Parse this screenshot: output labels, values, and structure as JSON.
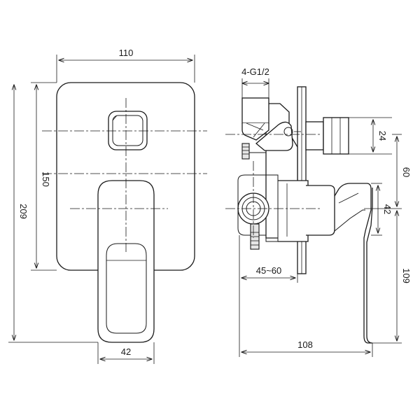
{
  "dimensions": {
    "front_width": "110",
    "front_height": "150",
    "overall_height": "209",
    "handle_width": "42",
    "thread": "4-G1/2",
    "depth_range": "45~60",
    "overall_depth": "108",
    "inlet_size": "24",
    "inlet_offset": "60",
    "body_size": "42",
    "handle_drop": "109"
  }
}
